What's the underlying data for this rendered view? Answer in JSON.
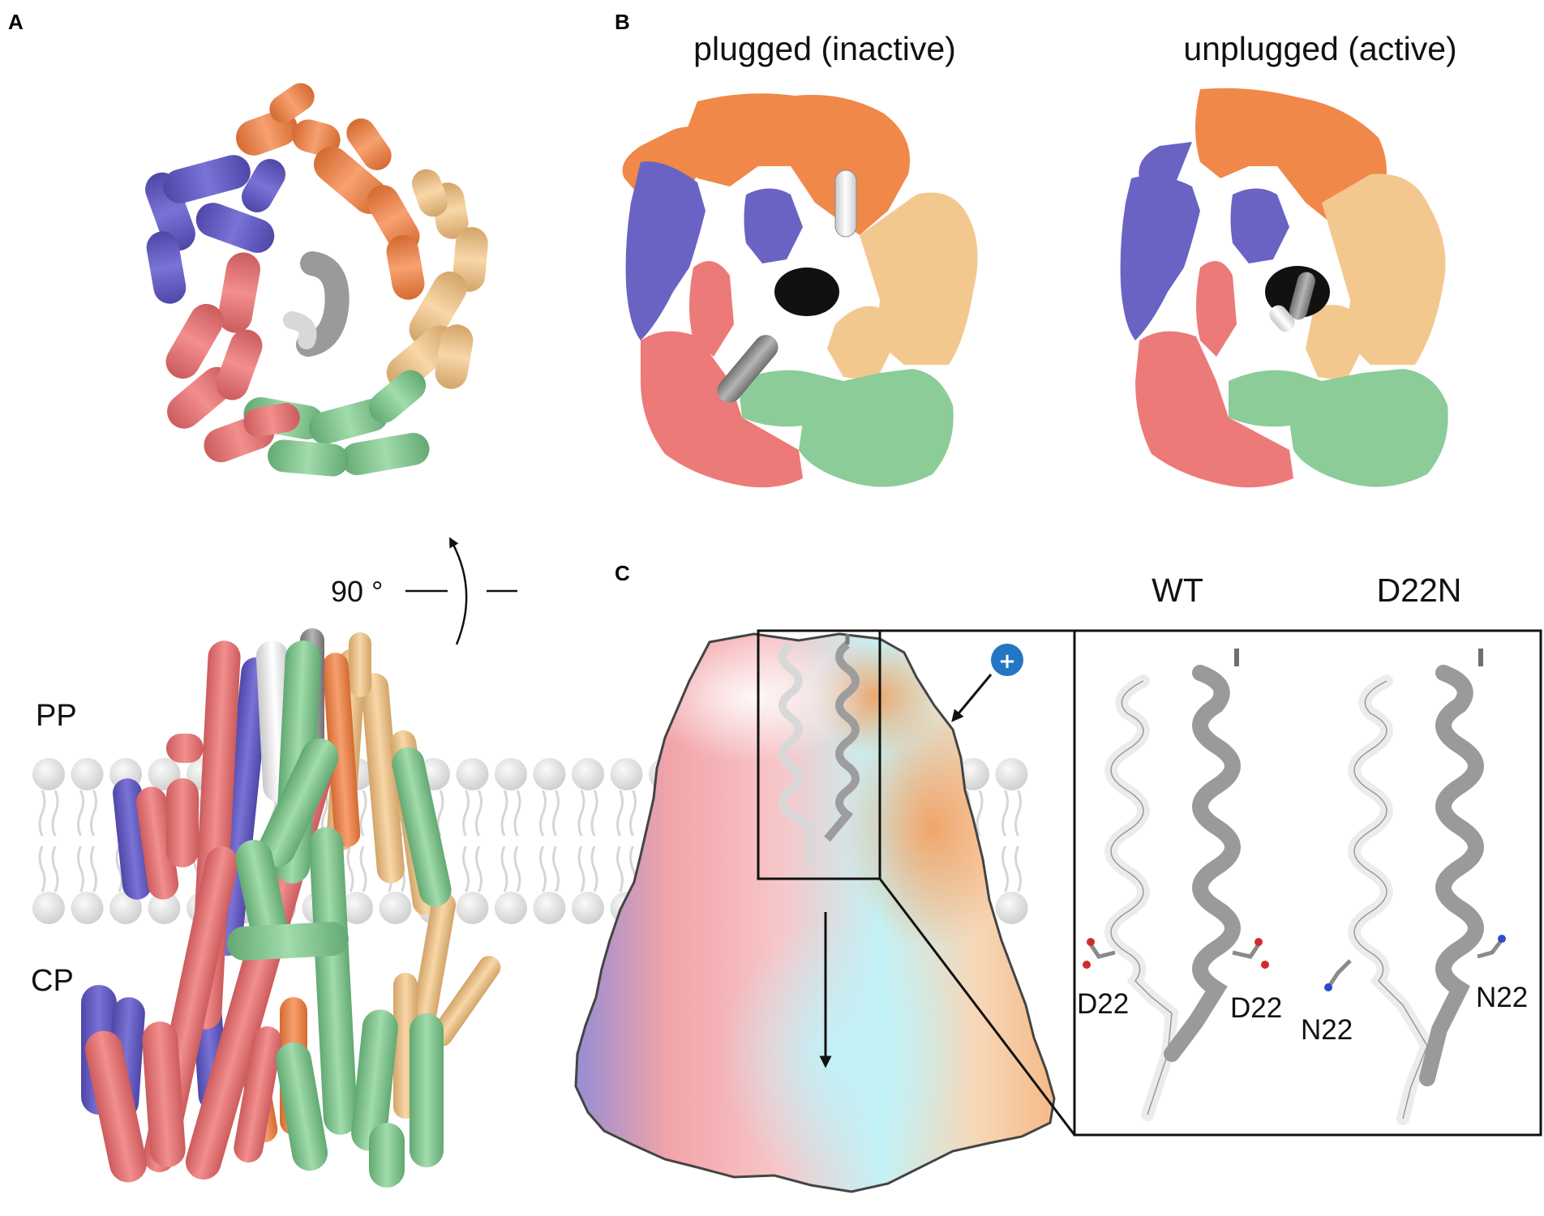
{
  "panels": {
    "a": {
      "label": "A",
      "rotation_label": "90 °",
      "side_top": "PP",
      "side_bottom": "CP"
    },
    "b": {
      "label": "B",
      "left_title": "plugged (inactive)",
      "right_title": "unplugged (active)"
    },
    "c": {
      "label": "C",
      "left_title": "WT",
      "right_title": "D22N",
      "wt_left_residue": "D22",
      "wt_right_residue": "D22",
      "mut_left_residue": "N22",
      "mut_right_residue": "N22",
      "ion_symbol": "+"
    }
  },
  "colors": {
    "subunit_blue": "#6a63c4",
    "subunit_orange": "#f0884a",
    "subunit_tan": "#f3c88f",
    "subunit_green": "#8ccc98",
    "subunit_red": "#ec7a79",
    "plug_gray": "#8c8c8c",
    "ion_blue": "#2377c2",
    "membrane_gray": "#d9d9d9"
  }
}
